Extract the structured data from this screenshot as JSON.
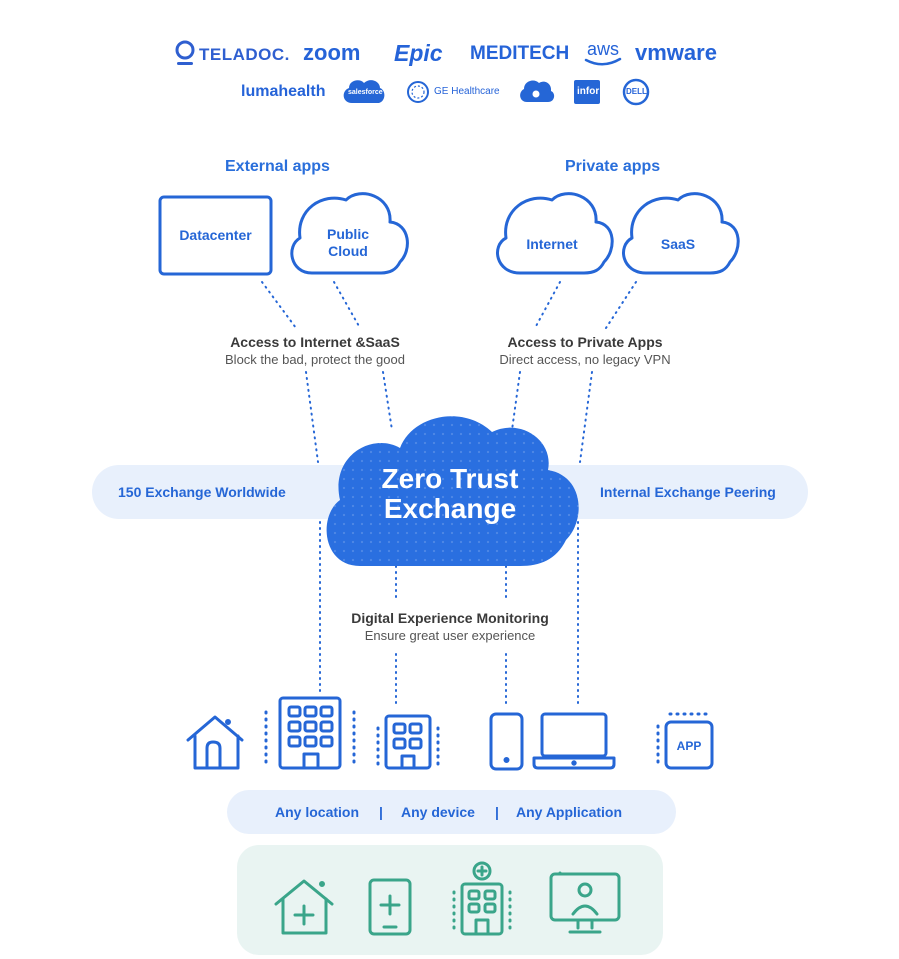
{
  "partners": {
    "row1": [
      "TELADOC.",
      "zoom",
      "Epic",
      "MEDITECH",
      "aws",
      "vmware"
    ],
    "row2": [
      "lumahealth",
      "salesforce",
      "GE Healthcare",
      "infor",
      "DELL"
    ],
    "icons": [
      "teladoc-pin-icon",
      "aws-smile-icon",
      "salesforce-cloud-icon",
      "ge-monogram-icon",
      "google-cloud-icon",
      "infor-badge-icon",
      "dell-circle-icon"
    ]
  },
  "sections": {
    "external_title": "External apps",
    "private_title": "Private apps"
  },
  "nodes": {
    "datacenter": "Datacenter",
    "public_cloud": "Public Cloud",
    "internet": "Internet",
    "saas": "SaaS"
  },
  "captions": {
    "internet_saas_title": "Access to Internet &SaaS",
    "internet_saas_sub": "Block the bad, protect the good",
    "private_apps_title": "Access to Private Apps",
    "private_apps_sub": "Direct access, no legacy VPN",
    "dem_title": "Digital Experience Monitoring",
    "dem_sub": "Ensure great user experience"
  },
  "band": {
    "left_label": "150 Exchange Worldwide",
    "right_label": "Internal Exchange Peering"
  },
  "zte": {
    "line1": "Zero Trust",
    "line2": "Exchange"
  },
  "devices": {
    "icons": [
      "home-icon",
      "office-building-icon",
      "branch-building-icon",
      "mobile-phone-icon",
      "laptop-icon",
      "app-badge-icon"
    ],
    "app_badge": "APP"
  },
  "any_bar": {
    "location": "Any location",
    "device": "Any device",
    "application": "Any Application",
    "separator": "|"
  },
  "healthcare": {
    "icons": [
      "medical-home-icon",
      "medical-tablet-icon",
      "hospital-icon",
      "telehealth-monitor-icon"
    ]
  },
  "colors": {
    "brand_blue": "#2566d6",
    "cloud_blue": "#2a6fe0",
    "panel_blue": "#e8f0fc",
    "panel_teal": "#e9f4f2",
    "health_green": "#3aa58a"
  }
}
